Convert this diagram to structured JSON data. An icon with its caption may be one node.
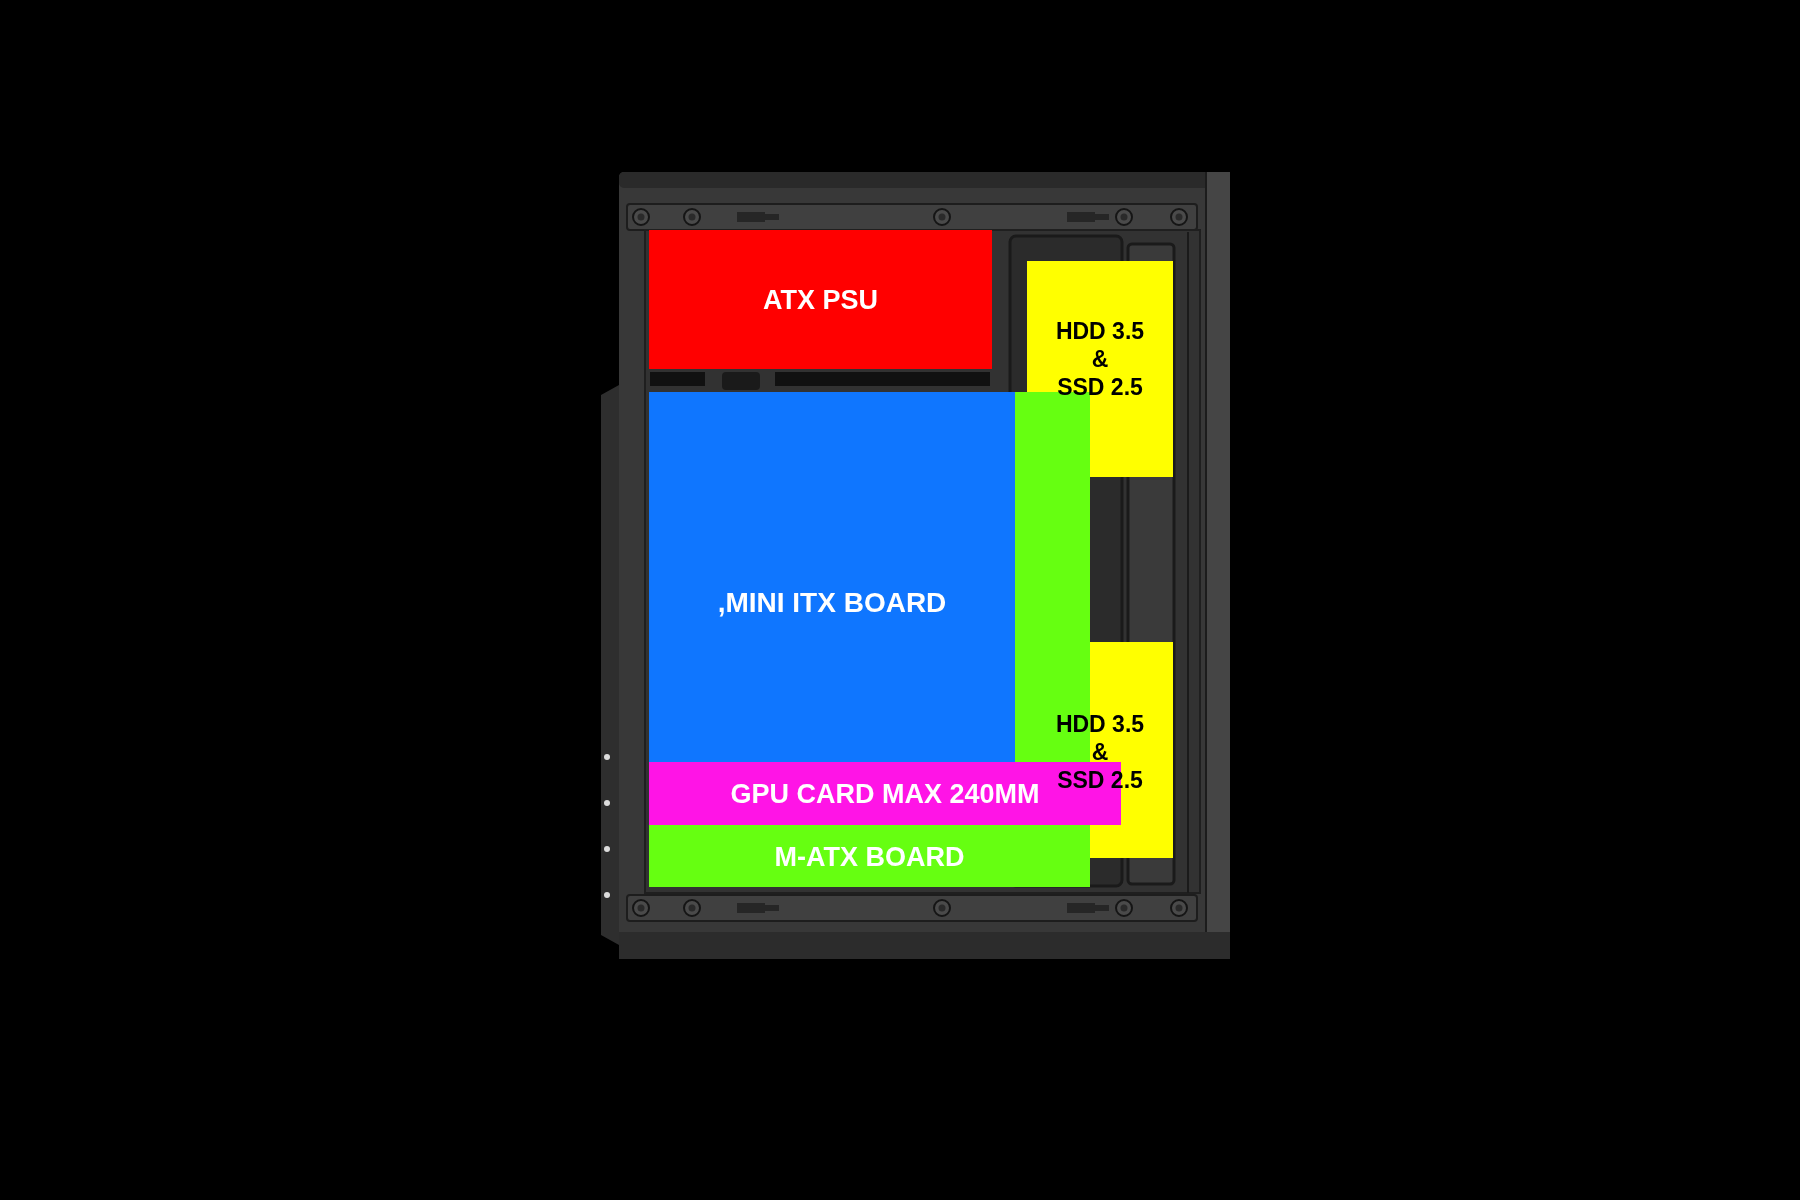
{
  "diagram": {
    "nodes": [
      {
        "text": [
          "ATX PSU"
        ]
      },
      {
        "text": [
          "HDD 3.5 & SSD 2.5"
        ]
      },
      {
        "text": [
          "M-ATX BOARD"
        ]
      },
      {
        "text": [
          ",MINI ITX BOARD"
        ],
        "in": 2
      },
      {
        "text": [
          "HDD 3.5 & SSD 2.5"
        ]
      },
      {
        "text": [
          "GPU CARD MAX 240MM"
        ]
      }
    ]
  }
}
